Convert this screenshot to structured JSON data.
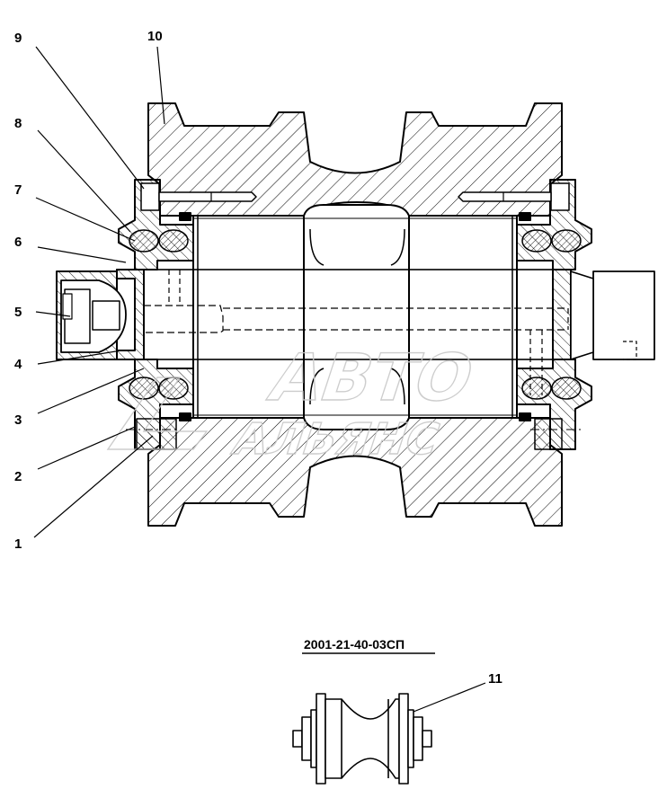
{
  "callouts": [
    {
      "id": "1",
      "label": "1"
    },
    {
      "id": "2",
      "label": "2"
    },
    {
      "id": "3",
      "label": "3"
    },
    {
      "id": "4",
      "label": "4"
    },
    {
      "id": "5",
      "label": "5"
    },
    {
      "id": "6",
      "label": "6"
    },
    {
      "id": "7",
      "label": "7"
    },
    {
      "id": "8",
      "label": "8"
    },
    {
      "id": "9",
      "label": "9"
    },
    {
      "id": "10",
      "label": "10"
    },
    {
      "id": "11",
      "label": "11"
    }
  ],
  "caption": "2001-21-40-03СП",
  "watermark": {
    "line1": "АВТО",
    "line2": "АЛЬЯНС"
  },
  "colors": {
    "line": "#000000",
    "hatch": "#000000",
    "watermark": "#c8c8c8",
    "background": "#ffffff"
  }
}
